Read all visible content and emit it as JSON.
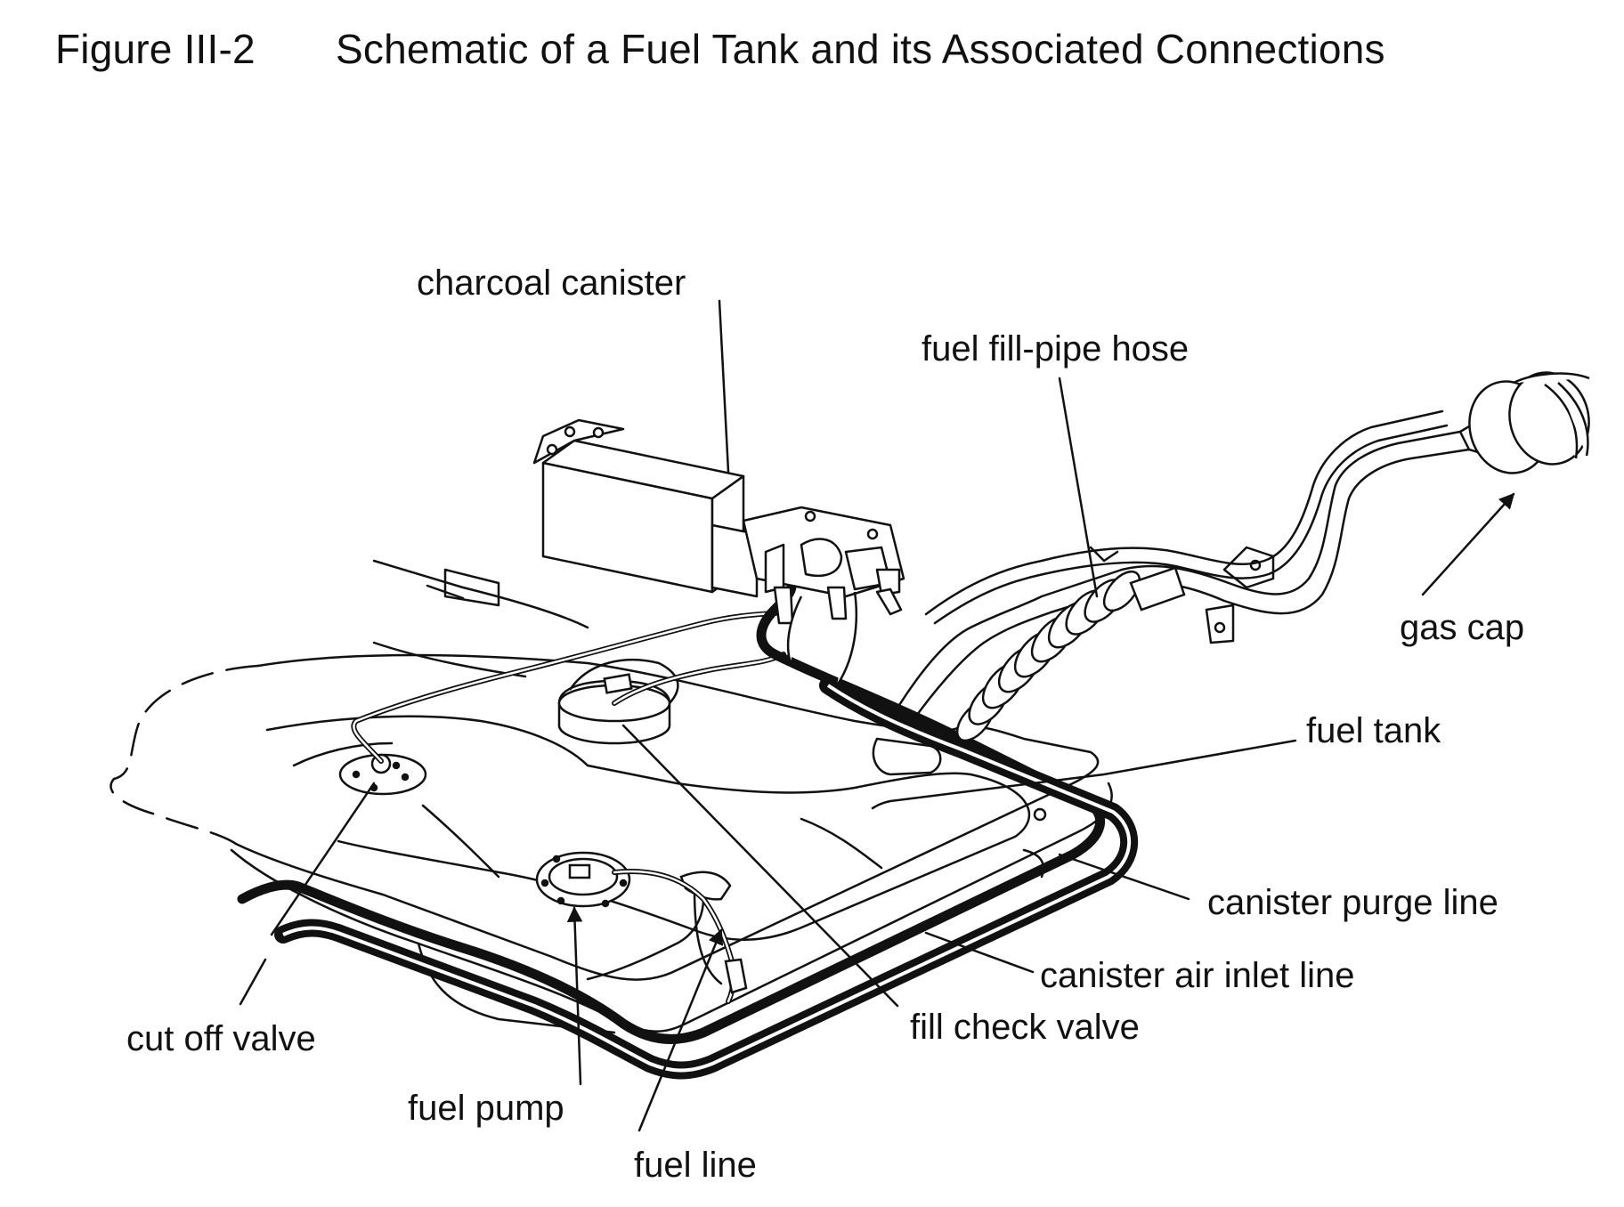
{
  "figure": {
    "number": "Figure III-2",
    "title": "Schematic of a Fuel Tank and its Associated Connections"
  },
  "labels": {
    "charcoal_canister": "charcoal canister",
    "fuel_fill_pipe_hose": "fuel fill-pipe hose",
    "gas_cap": "gas cap",
    "fuel_tank": "fuel tank",
    "canister_purge_line": "canister purge line",
    "canister_air_inlet_line": "canister air inlet line",
    "fill_check_valve": "fill check valve",
    "cut_off_valve": "cut off valve",
    "fuel_pump": "fuel pump",
    "fuel_line": "fuel line"
  }
}
